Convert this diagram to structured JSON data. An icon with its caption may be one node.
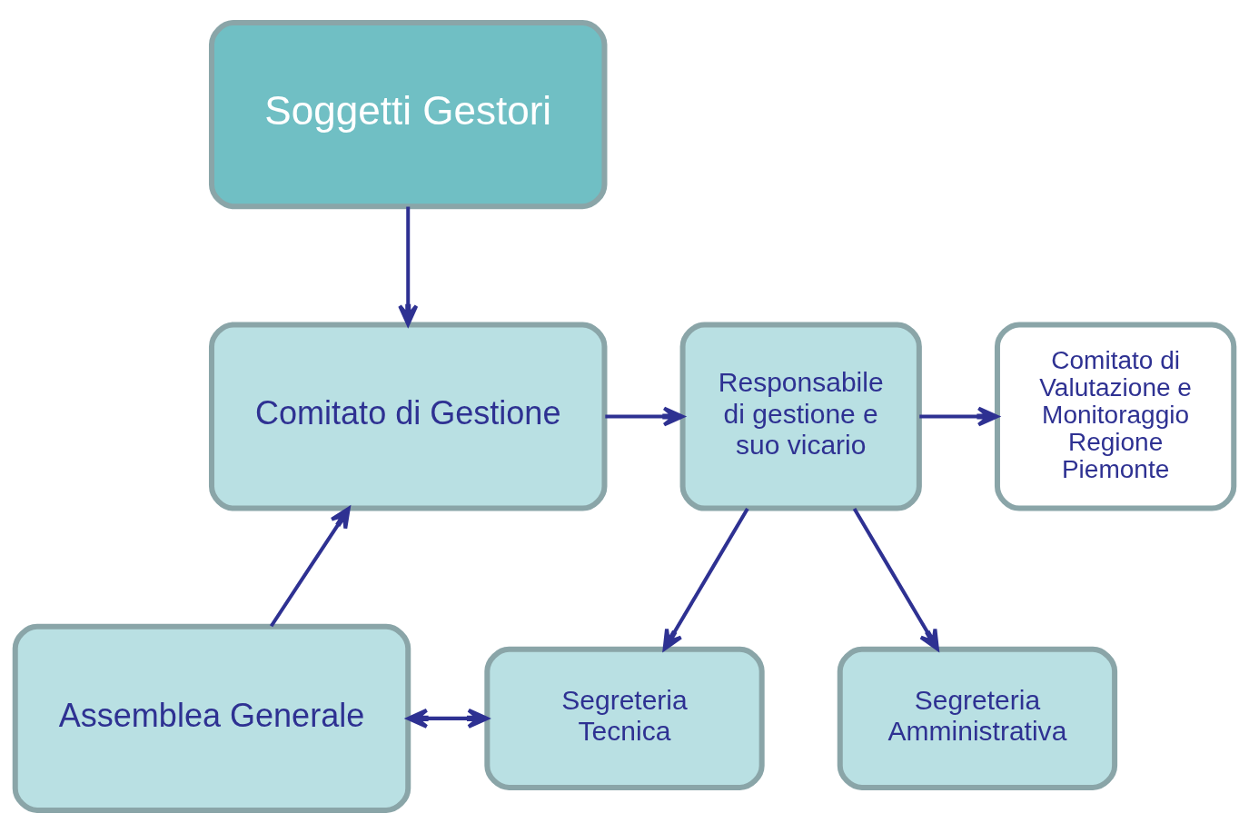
{
  "diagram": {
    "nodes": [
      {
        "text": [
          "Soggetti Gestori"
        ]
      },
      {
        "text": [
          "Comitato di Gestione"
        ]
      },
      {
        "text": [
          "Responsabile di gestione e suo vicario"
        ]
      },
      {
        "text": [
          "Comitato di Valutazione e Monitoraggio Regione Piemonte"
        ]
      },
      {
        "text": [
          "Assemblea Generale"
        ]
      },
      {
        "text": [
          "Segreteria Tecnica"
        ]
      },
      {
        "text": [
          "Segreteria Amministrativa"
        ]
      }
    ],
    "edges": [
      {
        "from": 0,
        "to": 1,
        "arrow": "to"
      },
      {
        "from": 1,
        "to": 2,
        "arrow": "to"
      },
      {
        "from": 2,
        "to": 3,
        "arrow": "to"
      },
      {
        "from": 4,
        "to": 1,
        "arrow": "to"
      },
      {
        "from": 2,
        "to": 5,
        "arrow": "to"
      },
      {
        "from": 2,
        "to": 6,
        "arrow": "to"
      },
      {
        "from": 4,
        "to": 5,
        "arrow": "both"
      }
    ]
  }
}
